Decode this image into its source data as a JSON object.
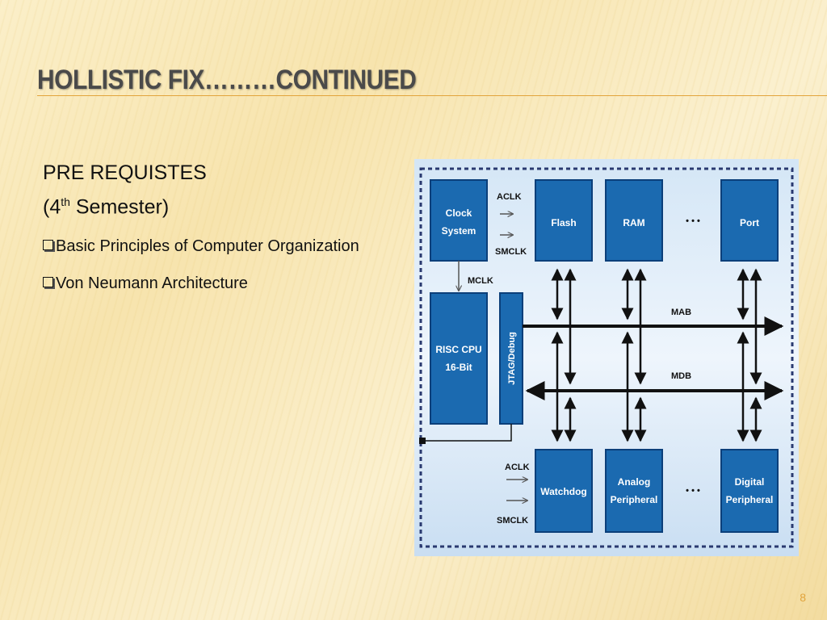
{
  "slide": {
    "title": "HOLLISTIC FIX………CONTINUED",
    "heading_line1": "PRE REQUISTES",
    "heading_line2_pre": "(4",
    "heading_line2_sup": "th",
    "heading_line2_post": " Semester)",
    "bullets": [
      "Basic Principles of Computer Organization",
      "Von Neumann Architecture"
    ],
    "page_number": "8"
  },
  "diagram": {
    "clock_line1": "Clock",
    "clock_line2": "System",
    "aclk": "ACLK",
    "smclk": "SMCLK",
    "mclk": "MCLK",
    "flash": "Flash",
    "ram": "RAM",
    "ellipsis": "• • •",
    "port": "Port",
    "cpu_line1": "RISC CPU",
    "cpu_line2": "16-Bit",
    "jtag": "JTAG/Debug",
    "mab": "MAB",
    "mdb": "MDB",
    "watchdog": "Watchdog",
    "analog_line1": "Analog",
    "analog_line2": "Peripheral",
    "digital_line1": "Digital",
    "digital_line2": "Peripheral"
  },
  "colors": {
    "block": "#1b6ab0",
    "bus": "#111111",
    "accent": "#e2a43c"
  }
}
